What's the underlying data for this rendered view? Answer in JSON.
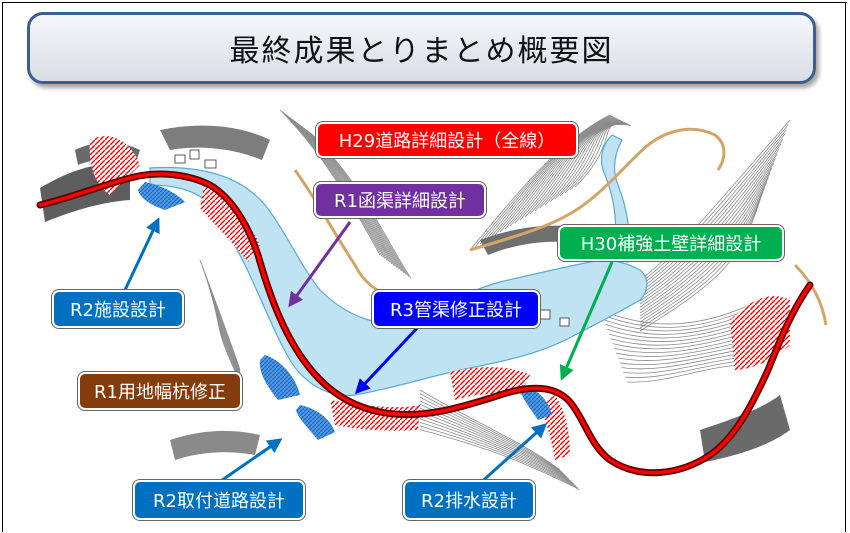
{
  "title": "最終成果とりまとめ概要図",
  "labels": {
    "h29_road": "H29道路詳細設計（全線）",
    "r1_culvert": "R1函渠詳細設計",
    "h30_wall": "H30補強土壁詳細設計",
    "r2_facility": "R2施設設計",
    "r3_pipe": "R3管渠修正設計",
    "r1_land": "R1用地幅杭修正",
    "r2_access": "R2取付道路設計",
    "r2_drain": "R2排水設計"
  },
  "colors": {
    "road": "#ff0000",
    "river": "#bfe3f2",
    "culvert_arrow": "#7030a0",
    "pipe_arrow": "#0000ff",
    "facility_arrow": "#0070c0",
    "wall_arrow": "#00b050",
    "contour": "#8a8a8a"
  }
}
